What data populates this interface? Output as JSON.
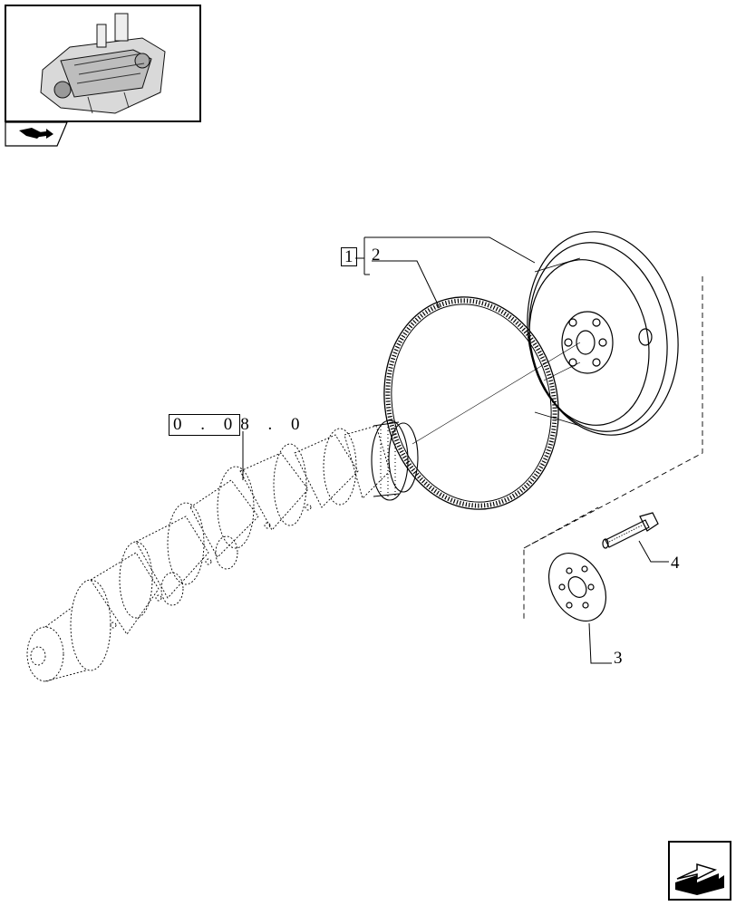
{
  "thumbnail": {
    "icon": "engine-assembly-thumbnail"
  },
  "tab": {
    "icon": "book-arrow-icon"
  },
  "callouts": {
    "group_ref": "1",
    "ring_gear": "2",
    "washer": "3",
    "bolt": "4"
  },
  "reference": {
    "boxed_part": "0 . 0",
    "rest": "8 . 0"
  },
  "navigation": {
    "icon": "next-page-arrow-icon"
  }
}
